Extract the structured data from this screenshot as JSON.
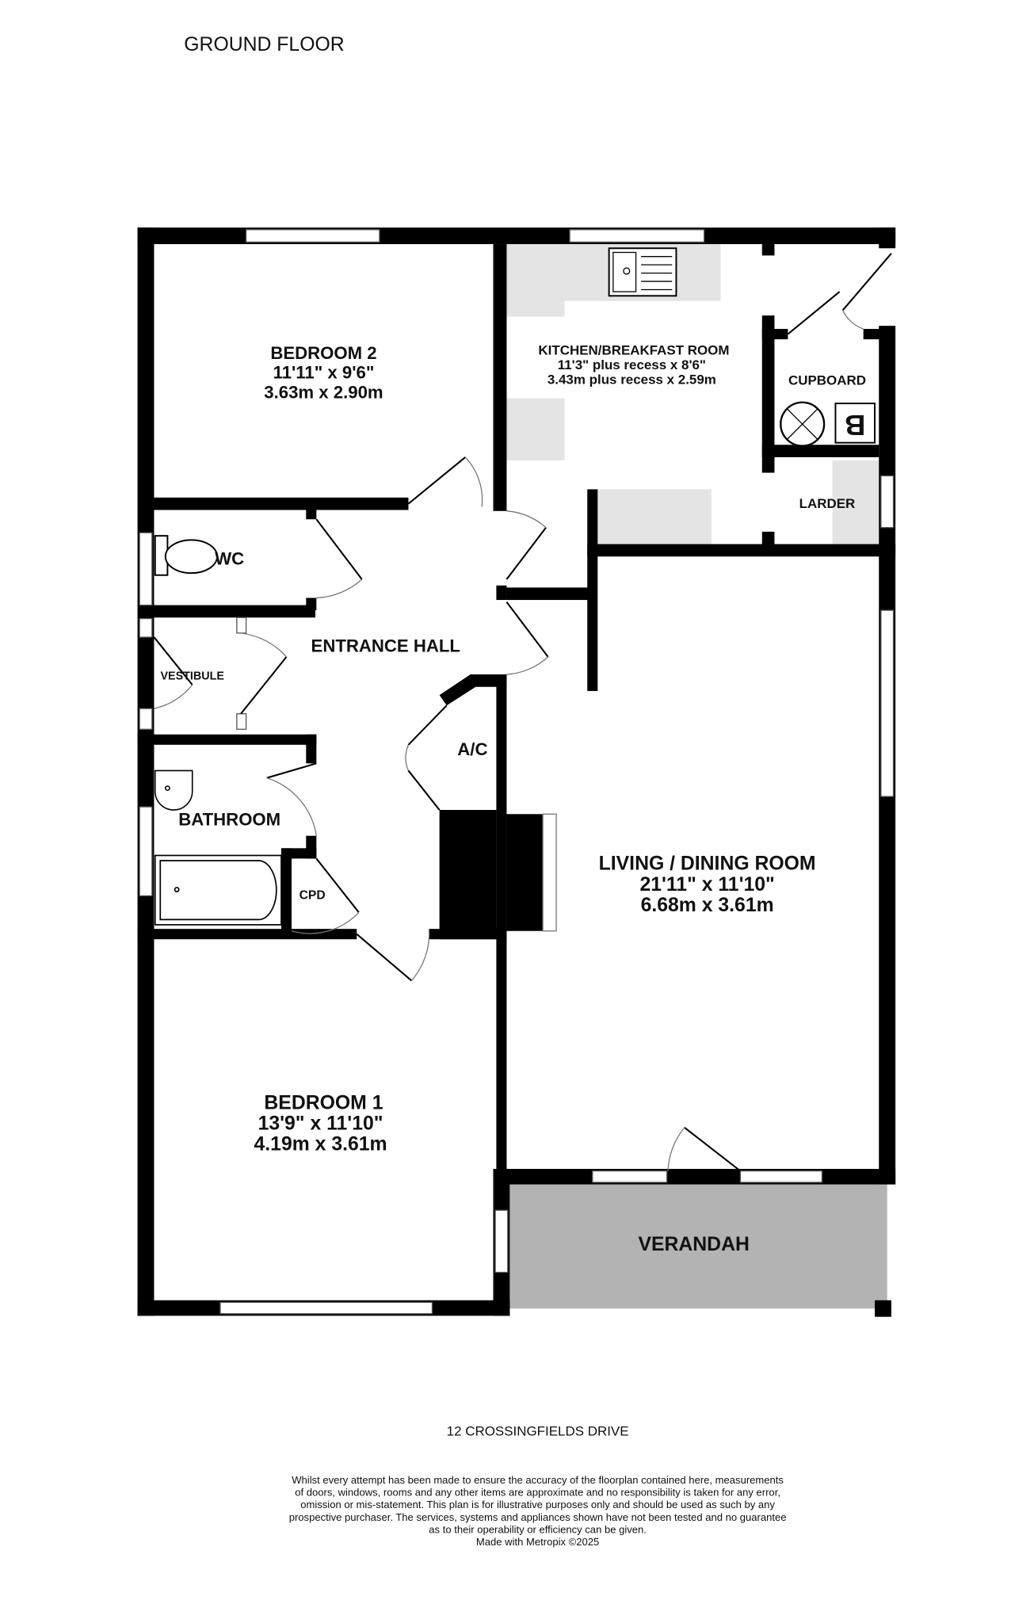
{
  "title": "GROUND FLOOR",
  "rooms": {
    "bedroom2": {
      "name": "BEDROOM 2",
      "imperial": "11'11\"  x 9'6\"",
      "metric": "3.63m  x 2.90m"
    },
    "kitchen": {
      "name": "KITCHEN/BREAKFAST ROOM",
      "imperial": "11'3\" plus recess x 8'6\"",
      "metric": "3.43m plus recess x 2.59m"
    },
    "cupboard": {
      "name": "CUPBOARD",
      "boiler_label": "B"
    },
    "larder": {
      "name": "LARDER"
    },
    "wc": {
      "name": "WC"
    },
    "entrance_hall": {
      "name": "ENTRANCE HALL"
    },
    "vestibule": {
      "name": "VESTIBULE"
    },
    "ac": {
      "name": "A/C"
    },
    "bathroom": {
      "name": "BATHROOM"
    },
    "cpd": {
      "name": "CPD"
    },
    "living": {
      "name": "LIVING / DINING ROOM",
      "imperial": "21'11\"  x 11'10\"",
      "metric": "6.68m  x 3.61m"
    },
    "bedroom1": {
      "name": "BEDROOM 1",
      "imperial": "13'9\"  x 11'10\"",
      "metric": "4.19m  x 3.61m"
    },
    "verandah": {
      "name": "VERANDAH"
    }
  },
  "address": "12 CROSSINGFIELDS DRIVE",
  "disclaimer": [
    "Whilst every attempt has been made to ensure the accuracy of the floorplan contained here, measurements",
    "of doors, windows, rooms and any other items are approximate and no responsibility is taken for any error,",
    "omission or mis-statement. This plan is for illustrative purposes only and should be used as such by any",
    "prospective purchaser. The services, systems and appliances shown have not been tested and no guarantee",
    "as to their operability or efficiency can be given."
  ],
  "credit": "Made with Metropix ©2025",
  "colors": {
    "wall": "#000000",
    "verandah": "#b3b3b3",
    "units": "#e4e4e4"
  }
}
